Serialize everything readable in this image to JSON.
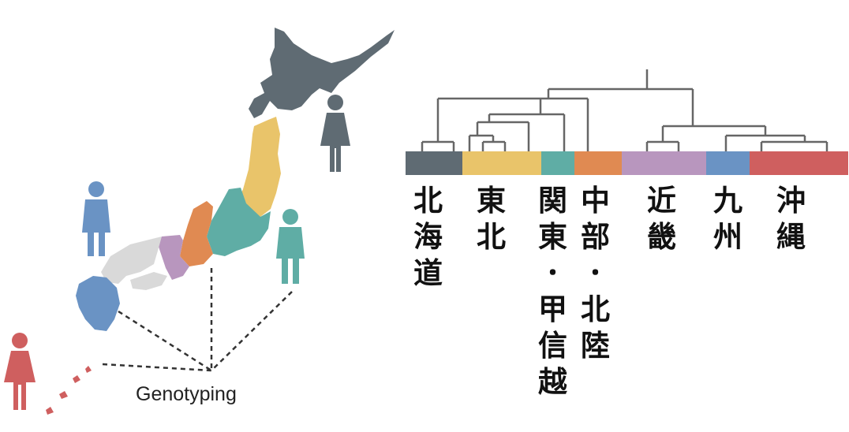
{
  "annotation": {
    "genotyping": "Genotyping"
  },
  "regions": [
    {
      "id": "hokkaido",
      "chars": [
        "北",
        "海",
        "道"
      ],
      "color": "#5f6b73"
    },
    {
      "id": "tohoku",
      "chars": [
        "東",
        "北"
      ],
      "color": "#e9c46a"
    },
    {
      "id": "kanto",
      "chars": [
        "関",
        "東",
        "･",
        "甲",
        "信",
        "越"
      ],
      "color": "#5fada5"
    },
    {
      "id": "chubu",
      "chars": [
        "中",
        "部",
        "･",
        "北",
        "陸"
      ],
      "color": "#e08a52"
    },
    {
      "id": "kinki",
      "chars": [
        "近",
        "畿"
      ],
      "color": "#b896be"
    },
    {
      "id": "kyushu",
      "chars": [
        "九",
        "州"
      ],
      "color": "#6a93c4"
    },
    {
      "id": "okinawa",
      "chars": [
        "沖",
        "縄"
      ],
      "color": "#cf5f5f"
    }
  ],
  "figures": [
    {
      "id": "figure-female-hokkaido",
      "color": "#5f6b73"
    },
    {
      "id": "figure-male-kyushu",
      "color": "#6a93c4"
    },
    {
      "id": "figure-male-kanto",
      "color": "#5fada5"
    },
    {
      "id": "figure-female-okinawa",
      "color": "#cf5f5f"
    }
  ],
  "map_colors": {
    "shikoku_chugoku": "#d9d9d9",
    "line": "#333333"
  }
}
